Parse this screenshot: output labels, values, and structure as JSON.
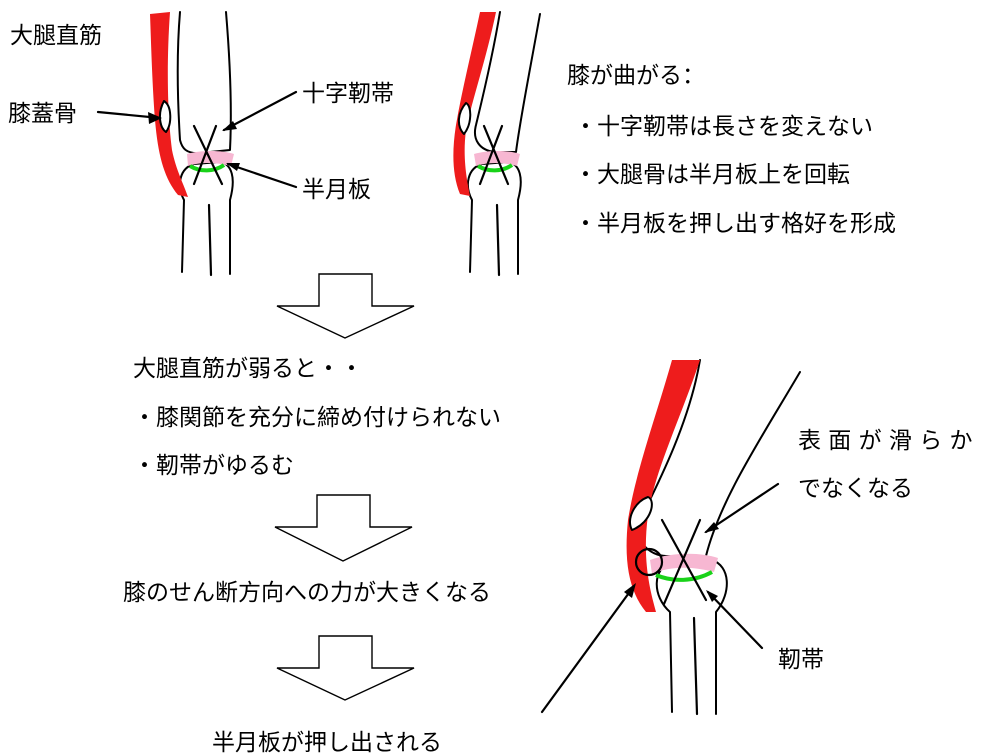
{
  "colors": {
    "muscle": "#ee1c1c",
    "meniscus": "#f7b7d2",
    "ligament_band": "#19d219",
    "outline": "#000000",
    "background": "#ffffff"
  },
  "labels": {
    "rectus_femoris": "大腿直筋",
    "patella": "膝蓋骨",
    "cruciate_ligament": "十字靭帯",
    "meniscus": "半月板",
    "ligament": "靭帯"
  },
  "knee_bends": {
    "heading": "膝が曲がる：",
    "points": [
      "・十字靭帯は長さを変えない",
      "・大腿骨は半月板上を回転",
      "・半月板を押し出す格好を形成"
    ]
  },
  "flow": {
    "step1": "大腿直筋が弱ると・・",
    "step1_points": [
      "・膝関節を充分に締め付けられない",
      "・靭帯がゆるむ"
    ],
    "step2": "膝のせん断方向への力が大きくなる",
    "step3": "半月板が押し出される"
  },
  "surface_note": {
    "line1": "表 面 が 滑 ら か",
    "line2": "でなくなる"
  },
  "icons": [
    "down-arrow-icon",
    "cross-ligament-mark-icon",
    "circle-marker-icon"
  ]
}
